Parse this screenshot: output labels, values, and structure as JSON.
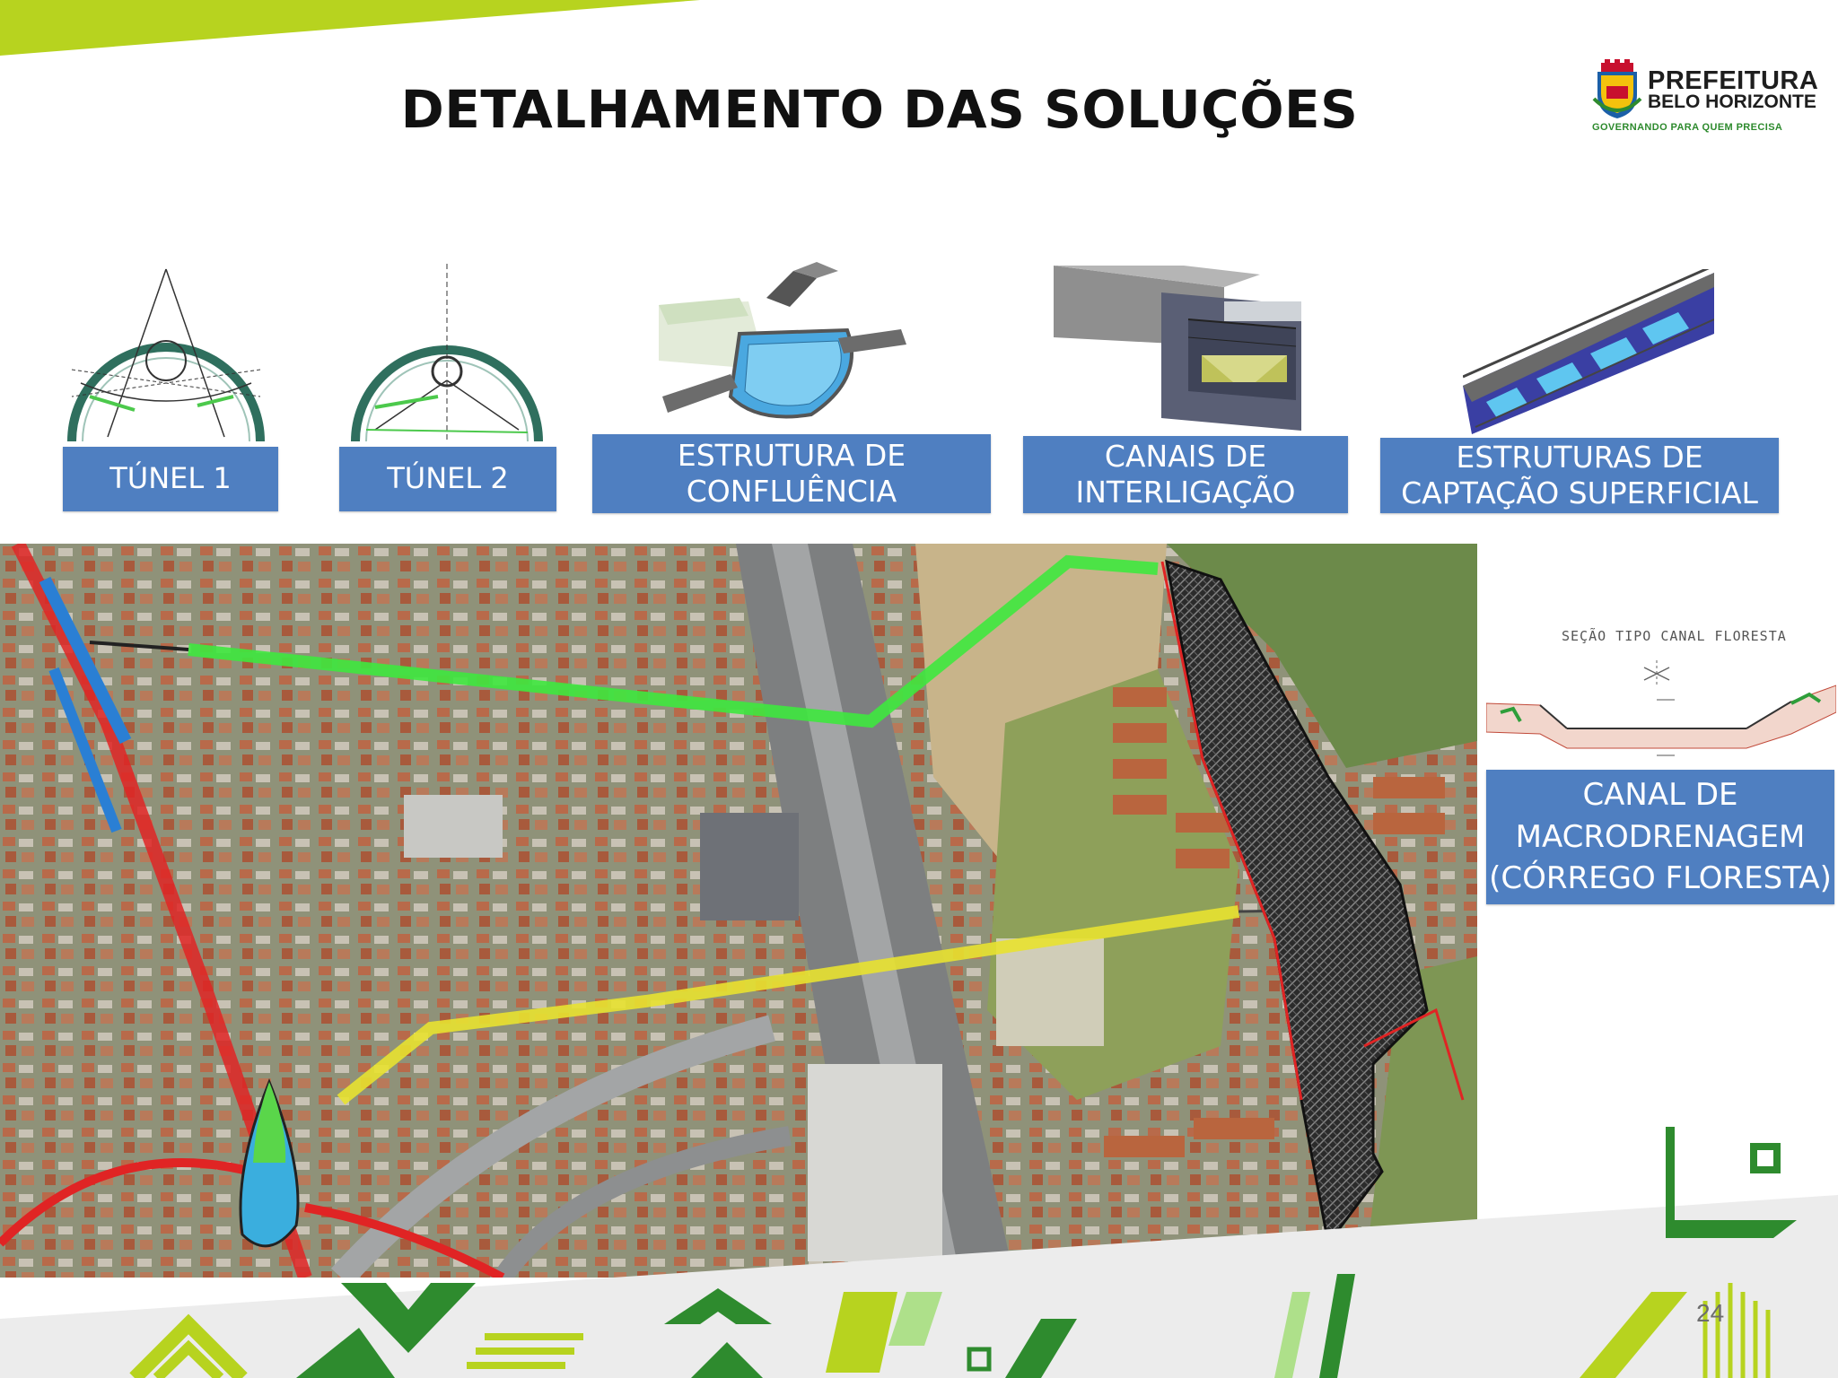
{
  "page": {
    "title": "DETALHAMENTO DAS SOLUÇÕES",
    "page_number": "24"
  },
  "logo": {
    "line1": "PREFEITURA",
    "line2": "BELO HORIZONTE",
    "line3": "GOVERNANDO PARA QUEM PRECISA"
  },
  "solutions": [
    {
      "line1": "TÚNEL 1",
      "line2": ""
    },
    {
      "line1": "TÚNEL 2",
      "line2": ""
    },
    {
      "line1": "ESTRUTURA DE",
      "line2": "CONFLUÊNCIA"
    },
    {
      "line1": "CANAIS DE",
      "line2": "INTERLIGAÇÃO"
    },
    {
      "line1": "ESTRUTURAS DE",
      "line2": "CAPTAÇÃO SUPERFICIAL"
    }
  ],
  "canal": {
    "section_caption": "SEÇÃO TIPO CANAL FLORESTA",
    "line1": "CANAL DE",
    "line2": "MACRODRENAGEM",
    "line3": "(CÓRREGO FLORESTA)"
  },
  "colors": {
    "label_blue": "#4f7fc1",
    "accent_lime": "#b7d31f",
    "accent_green": "#2e8b2e",
    "tunnel1_route": "#3ee83e",
    "tunnel2_route": "#e8e230",
    "canal_red": "#e02424"
  }
}
